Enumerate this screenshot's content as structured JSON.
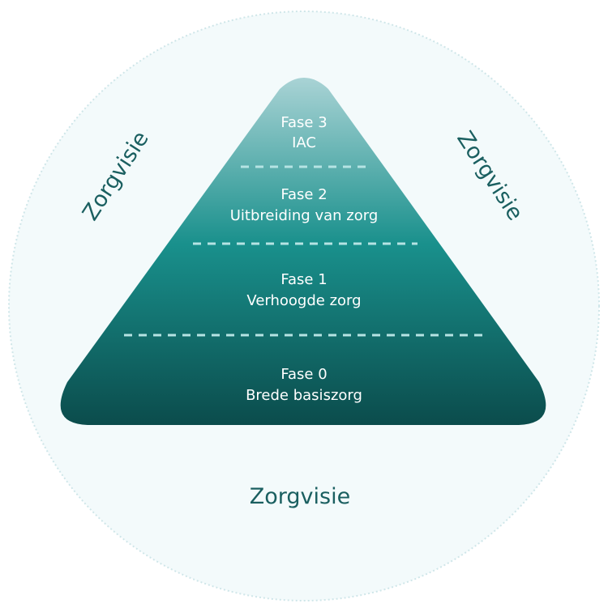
{
  "circle_label_bottom": "Zorgvisie",
  "circle_label_left": "Zorgvisie",
  "circle_label_right": "Zorgvisie",
  "phases": [
    {
      "phase": "Fase 3",
      "name": "IAC"
    },
    {
      "phase": "Fase 2",
      "name": "Uitbreiding van zorg"
    },
    {
      "phase": "Fase 1",
      "name": "Verhoogde zorg"
    },
    {
      "phase": "Fase 0",
      "name": "Brede basiszorg"
    }
  ],
  "colors": {
    "circle_fill": "#f3fafb",
    "circle_stroke": "#cfe6e9",
    "vision_text": "#1a5f60",
    "pyramid_top": "#a9d3d5",
    "pyramid_mid": "#19908c",
    "pyramid_bottom": "#0b4c4c",
    "divider": "#b5e3e3",
    "label": "#ffffff"
  }
}
